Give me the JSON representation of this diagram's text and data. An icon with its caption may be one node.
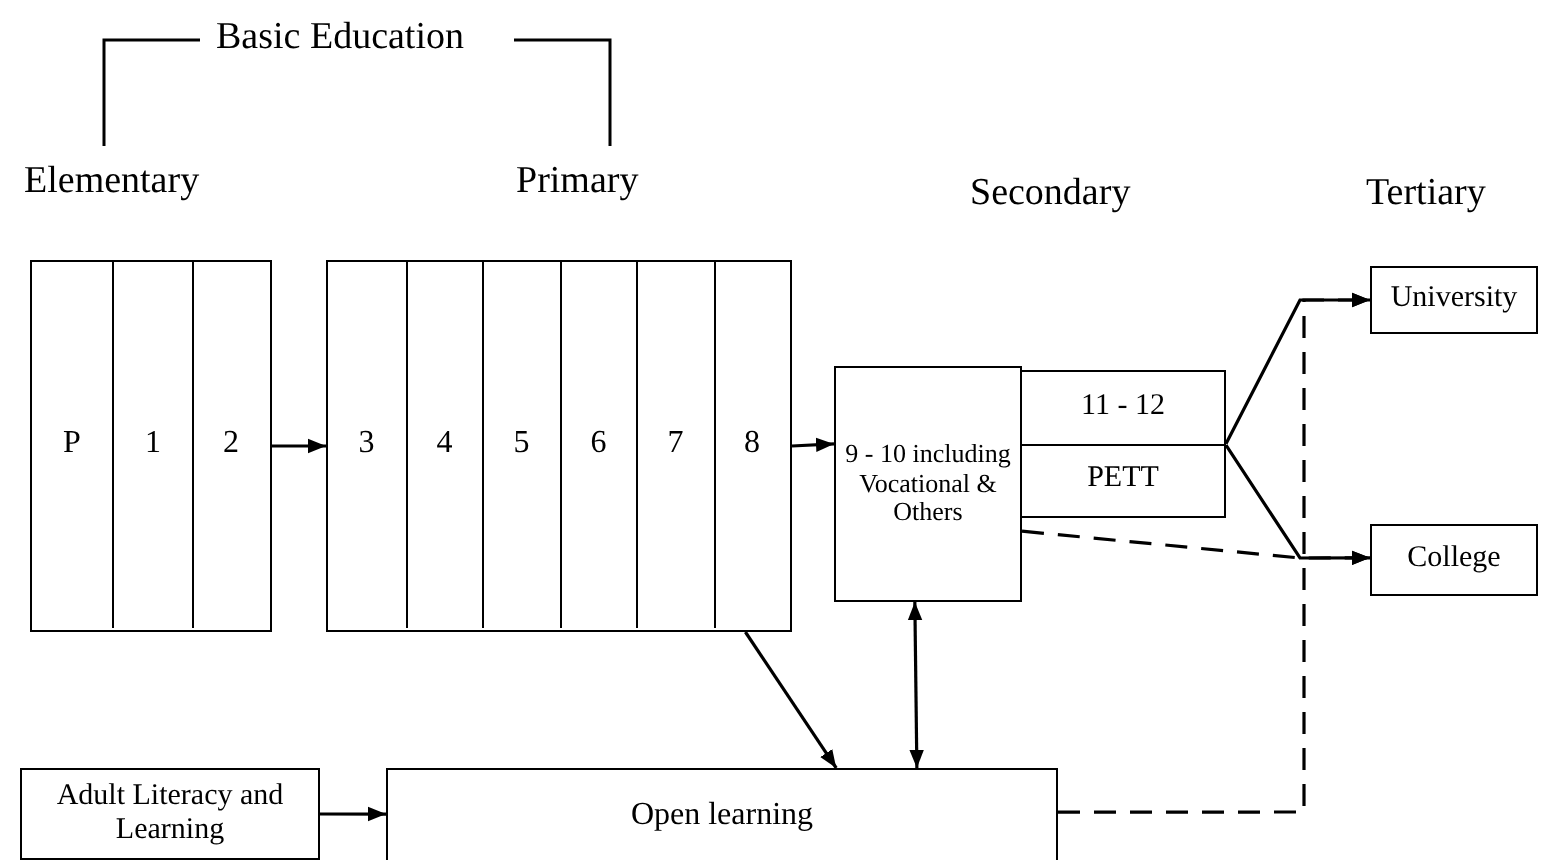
{
  "diagram": {
    "nodes": [
      {
        "text": [],
        "shape": "box"
      },
      {
        "text": [
          "P"
        ],
        "in": 0
      },
      {
        "text": [
          "1"
        ],
        "in": 0
      },
      {
        "text": [
          "2"
        ],
        "in": 0
      },
      {
        "text": [],
        "shape": "box"
      },
      {
        "text": [
          "3"
        ],
        "in": 4
      },
      {
        "text": [
          "4"
        ],
        "in": 4
      },
      {
        "text": [
          "5"
        ],
        "in": 4
      },
      {
        "text": [
          "6"
        ],
        "in": 4
      },
      {
        "text": [
          "7"
        ],
        "in": 4
      },
      {
        "text": [
          "8"
        ],
        "in": 4
      },
      {
        "text": [
          "9 - 10 including Vocational & Others"
        ]
      },
      {
        "text": [
          "11 - 12"
        ]
      },
      {
        "text": [
          "PETT"
        ]
      },
      {
        "text": [
          "University"
        ]
      },
      {
        "text": [
          "College"
        ]
      },
      {
        "text": [
          "Adult Literacy and Learning"
        ]
      },
      {
        "text": [
          "Open learning"
        ]
      }
    ],
    "edges": [
      {
        "from": 0,
        "to": 4,
        "arrow": "to"
      },
      {
        "from": 4,
        "to": 11,
        "arrow": "to"
      },
      {
        "from": 4,
        "to": 17,
        "arrow": "to"
      },
      {
        "from": 11,
        "to": 17,
        "arrow": "both"
      },
      {
        "from": 16,
        "to": 17,
        "arrow": "to"
      },
      {
        "from": 12,
        "to": 14,
        "arrow": "to"
      },
      {
        "from": 13,
        "to": 15,
        "arrow": "to"
      },
      {
        "from": 11,
        "to": 15,
        "arrow": "to",
        "style": "dashed"
      },
      {
        "from": 17,
        "to": 14,
        "arrow": "to",
        "style": "dashed"
      }
    ],
    "labels": [
      "Basic Education",
      "Elementary",
      "Primary",
      "Secondary",
      "Tertiary"
    ]
  }
}
